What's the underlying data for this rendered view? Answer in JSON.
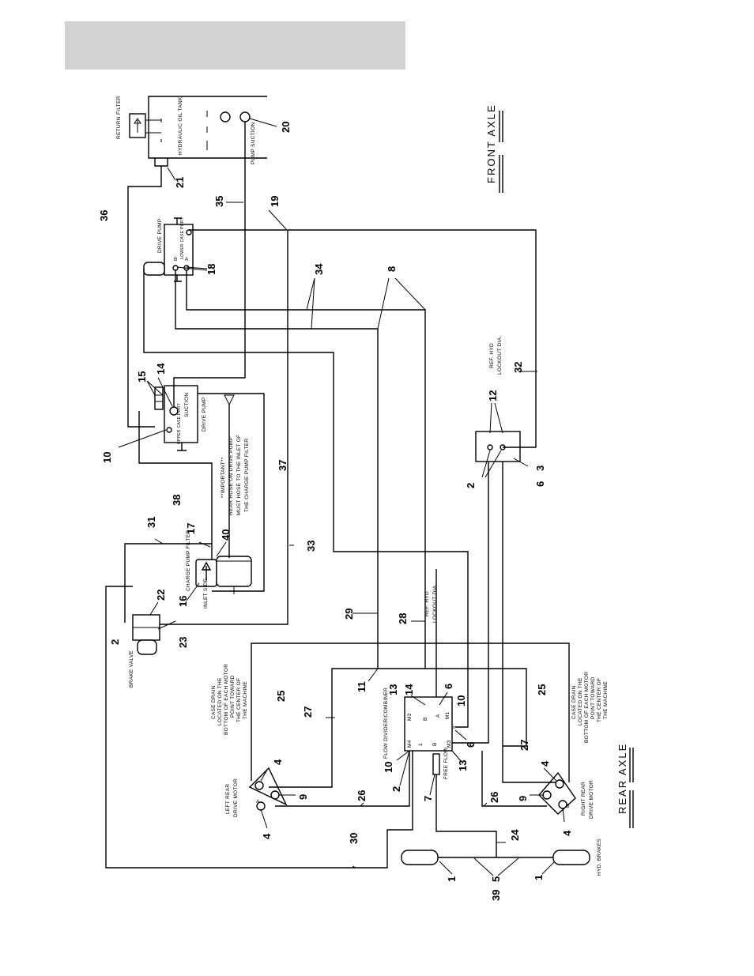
{
  "header": {
    "bar_color": "#d2d2d2"
  },
  "axles": {
    "front": "FRONT AXLE",
    "rear": "REAR AXLE"
  },
  "components": {
    "return_filter": "RETURN FILTER",
    "oil_tank": "HYDRAULIC OIL TANK",
    "pump_suction": "PUMP SUCTION",
    "drive_pump_top": "DRIVE PUMP",
    "lower_case_port": "LOWER CASE PORT",
    "port_b": "B",
    "port_a": "A",
    "drive_pump_mid": "DRIVE PUMP",
    "suction": "SUCTION",
    "upper_case_port": "UPPER CASE PORT",
    "important_note": [
      "**IMPORTANT**",
      "REAR HOSE ON DRIVE PUMP",
      "MUST HOSE TO THE INLET OF",
      "THE CHARGE PUMP FILTER"
    ],
    "charge_pump_filter": "CHARGE PUMP FILTER",
    "inlet_side": "INLET SIDE",
    "brake_valve": "BRAKE VALVE",
    "ref_hyd_lockout_1": [
      "REF. HYD",
      "LOCKOUT DIA."
    ],
    "ref_hyd_lockout_2": [
      "REF. HYD",
      "LOCKOUT DIA."
    ],
    "flow_divider": "FLOW DIVIDER/COMBINER",
    "free_flow": "FREE FLOW",
    "fd_ports": [
      "M2",
      "B",
      "A",
      "M1",
      "M4",
      "1",
      "B",
      "M3",
      "5"
    ],
    "case_drain_left": [
      "CASE DRAIN",
      "LOCATED ON THE",
      "BOTTOM OF EACH MOTOR",
      "POINT TOWARD",
      "THE CENTER OF",
      "THE MACHINE"
    ],
    "case_drain_right": [
      "CASE DRAIN",
      "LOCATED ON THE",
      "BOTTOM OF EACH MOTOR",
      "POINT TOWARD",
      "THE CENTER OF",
      "THE MACHINE"
    ],
    "left_rear_motor": [
      "LEFT REAR",
      "DRIVE MOTOR"
    ],
    "right_rear_motor": [
      "RIGHT REAR",
      "DRIVE MOTOR"
    ],
    "hyd_brakes": "HYD. BRAKES",
    "motor_port_a": "A",
    "motor_port_b": "B"
  },
  "callouts": {
    "c20": "20",
    "c21": "21",
    "c36": "36",
    "c35": "35",
    "c19": "19",
    "c18": "18",
    "c34": "34",
    "c8": "8",
    "c15": "15",
    "c14": "14",
    "c10a": "10",
    "c32": "32",
    "c12": "12",
    "c37": "37",
    "c38": "38",
    "c3": "3",
    "c6a": "6",
    "c2a": "2",
    "c31": "31",
    "c17": "17",
    "c40": "40",
    "c16": "16",
    "c33": "33",
    "c22": "22",
    "c2b": "2",
    "c23": "23",
    "c29": "29",
    "c28": "28",
    "c11": "11",
    "c13a": "13",
    "c14b": "14",
    "c6b": "6",
    "c10b": "10",
    "c6c": "6",
    "c25a": "25",
    "c27a": "27",
    "c25b": "25",
    "c27b": "27",
    "c10c": "10",
    "c13b": "13",
    "c4a": "4",
    "c9a": "9",
    "c26a": "26",
    "c2c": "2",
    "c7": "7",
    "c4b": "4",
    "c9b": "9",
    "c26b": "26",
    "c4c": "4",
    "c4d": "4",
    "c30": "30",
    "c24": "24",
    "c1a": "1",
    "c5": "5",
    "c1b": "1",
    "c39": "39"
  }
}
